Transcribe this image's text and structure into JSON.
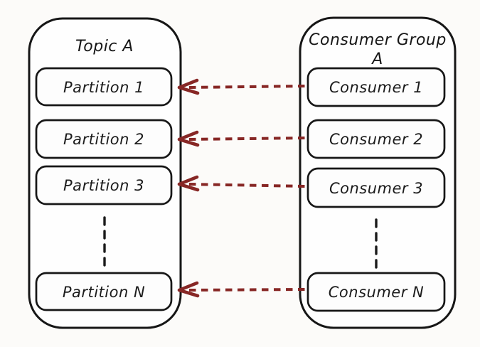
{
  "diagram": {
    "type": "kafka-topic-consumer-group-mapping",
    "colors": {
      "background": "#fcfbf9",
      "stroke": "#161616",
      "arrow": "#872725"
    },
    "topic": {
      "title": "Topic A",
      "partitions": [
        "Partition 1",
        "Partition 2",
        "Partition 3",
        "Partition N"
      ]
    },
    "consumer_group": {
      "title_line1": "Consumer Group",
      "title_line2": "A",
      "consumers": [
        "Consumer 1",
        "Consumer 2",
        "Consumer 3",
        "Consumer N"
      ]
    },
    "arrows": [
      {
        "from": "Consumer 1",
        "to": "Partition 1",
        "style": "dashed",
        "direction": "left"
      },
      {
        "from": "Consumer 2",
        "to": "Partition 2",
        "style": "dashed",
        "direction": "left"
      },
      {
        "from": "Consumer 3",
        "to": "Partition 3",
        "style": "dashed",
        "direction": "left"
      },
      {
        "from": "Consumer N",
        "to": "Partition N",
        "style": "dashed",
        "direction": "left"
      }
    ]
  }
}
